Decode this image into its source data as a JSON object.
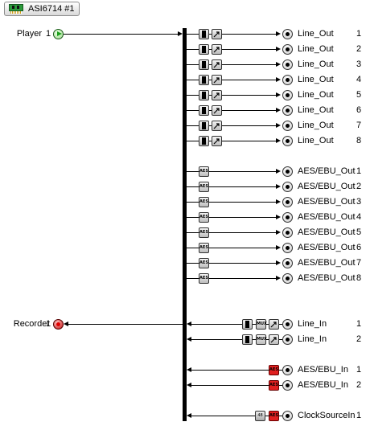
{
  "adapter": {
    "label": "ASI6714 #1",
    "icon": "sound-card-icon"
  },
  "player": {
    "label": "Player",
    "index": "1"
  },
  "recorder": {
    "label": "Recorder",
    "index": "1"
  },
  "line_outs": [
    {
      "label": "Line_Out",
      "index": "1"
    },
    {
      "label": "Line_Out",
      "index": "2"
    },
    {
      "label": "Line_Out",
      "index": "3"
    },
    {
      "label": "Line_Out",
      "index": "4"
    },
    {
      "label": "Line_Out",
      "index": "5"
    },
    {
      "label": "Line_Out",
      "index": "6"
    },
    {
      "label": "Line_Out",
      "index": "7"
    },
    {
      "label": "Line_Out",
      "index": "8"
    }
  ],
  "aes_outs": [
    {
      "label": "AES/EBU_Out",
      "index": "1"
    },
    {
      "label": "AES/EBU_Out",
      "index": "2"
    },
    {
      "label": "AES/EBU_Out",
      "index": "3"
    },
    {
      "label": "AES/EBU_Out",
      "index": "4"
    },
    {
      "label": "AES/EBU_Out",
      "index": "5"
    },
    {
      "label": "AES/EBU_Out",
      "index": "6"
    },
    {
      "label": "AES/EBU_Out",
      "index": "7"
    },
    {
      "label": "AES/EBU_Out",
      "index": "8"
    }
  ],
  "line_ins": [
    {
      "label": "Line_In",
      "index": "1"
    },
    {
      "label": "Line_In",
      "index": "2"
    }
  ],
  "aes_ins": [
    {
      "label": "AES/EBU_In",
      "index": "1"
    },
    {
      "label": "AES/EBU_In",
      "index": "2"
    }
  ],
  "clock": {
    "label": "ClockSourceIn",
    "index": "1"
  },
  "controls": {
    "aes_text": "AES",
    "mux_text": "MUX"
  },
  "colors": {
    "play_green": "#1aa01a",
    "record_red": "#e00000",
    "card_green": "#2c9a3c"
  }
}
